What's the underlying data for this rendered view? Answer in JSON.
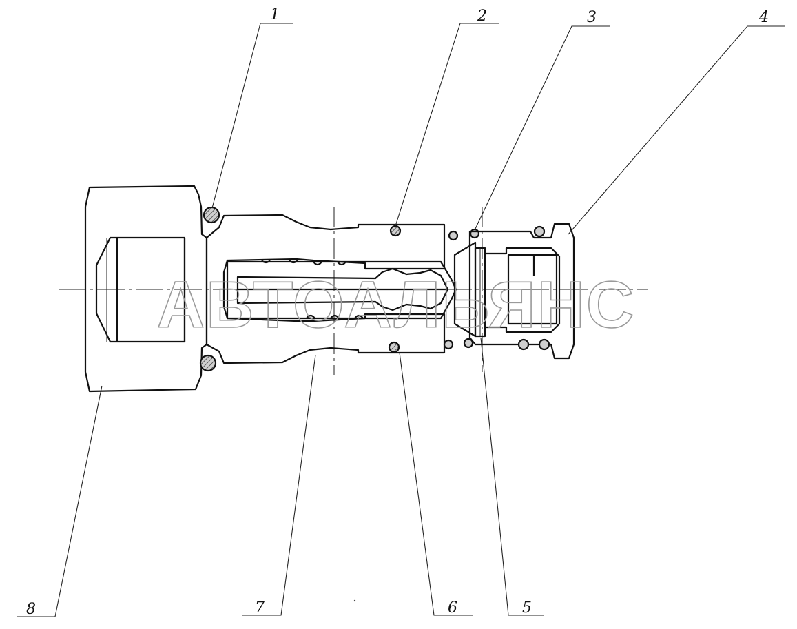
{
  "watermark": "АВТОАЛЬЯНС",
  "callouts": [
    {
      "id": "1",
      "label": "1"
    },
    {
      "id": "2",
      "label": "2"
    },
    {
      "id": "3",
      "label": "3"
    },
    {
      "id": "4",
      "label": "4"
    },
    {
      "id": "5",
      "label": "5"
    },
    {
      "id": "6",
      "label": "6"
    },
    {
      "id": "7",
      "label": "7"
    },
    {
      "id": "8",
      "label": "8"
    }
  ]
}
